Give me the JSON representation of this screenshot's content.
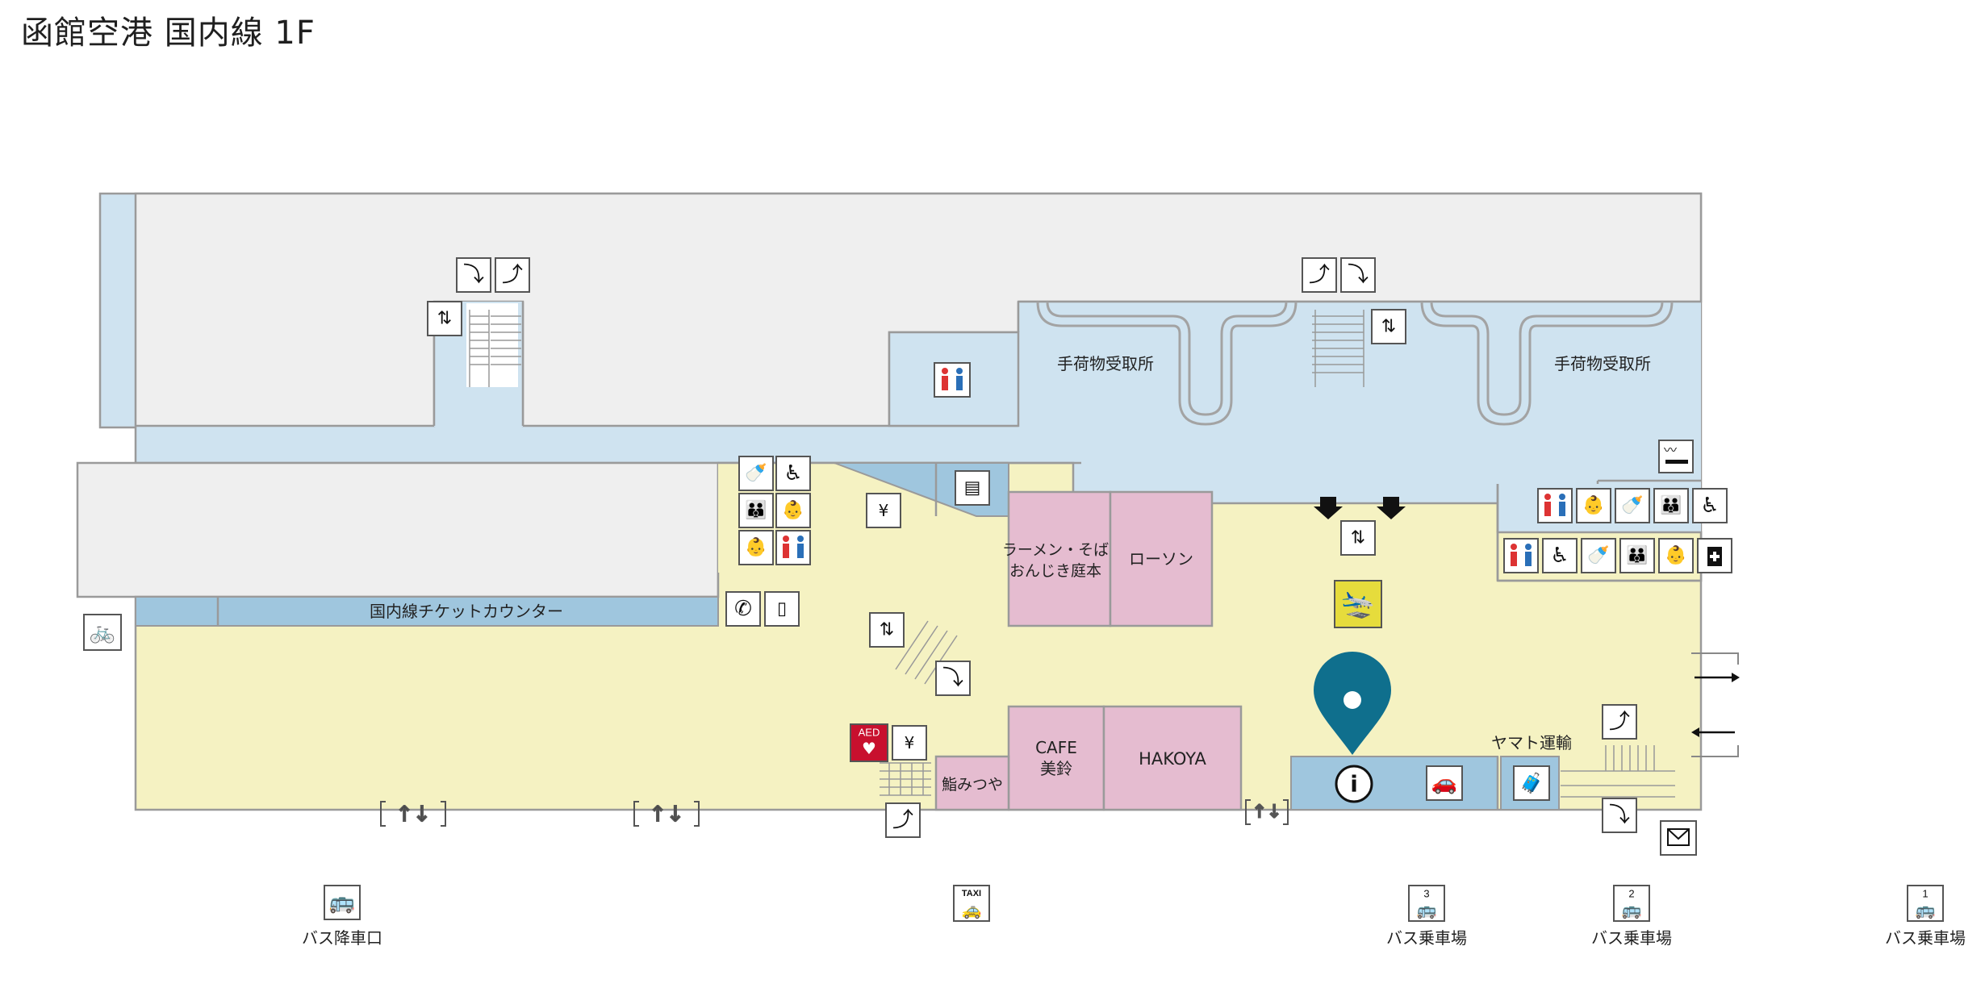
{
  "title": "函館空港 国内線 1F",
  "areas": {
    "baggage_claim_left": "手荷物受取所",
    "baggage_claim_right": "手荷物受取所",
    "ticket_counter": "国内線チケットカウンター",
    "ramen_line1": "ラーメン・そば",
    "ramen_line2": "おんじき庭本",
    "lawson": "ローソン",
    "cafe_line1": "CAFE",
    "cafe_line2": "美鈴",
    "hakoya": "HAKOYA",
    "sushi": "鮨みつや",
    "yamato": "ヤマト運輸",
    "aed": "AED"
  },
  "bus_stops": [
    {
      "label": "バス降車口",
      "number": ""
    },
    {
      "label": "バス乗車場",
      "number": "3"
    },
    {
      "label": "バス乗車場",
      "number": "2"
    },
    {
      "label": "バス乗車場",
      "number": "1"
    }
  ],
  "taxi": {
    "label": "TAXI"
  },
  "icons": {
    "escalator_down": "escalator-down-icon",
    "escalator_up": "escalator-up-icon",
    "elevator": "elevator-icon",
    "restroom": "restroom-icon",
    "wheelchair": "wheelchair-restroom-icon",
    "baby": "baby-changing-icon",
    "nursing": "nursing-room-icon",
    "atm": "atm-icon",
    "coin_locker": "coin-locker-icon",
    "phone": "telephone-icon",
    "mobile": "mobile-charger-icon",
    "info": "information-icon",
    "rental_car": "rental-car-icon",
    "baggage_storage": "baggage-storage-icon",
    "smoking": "smoking-area-icon",
    "arrivals": "arrivals-icon",
    "bicycle": "bicycle-parking-icon",
    "post": "mailbox-icon",
    "first_aid": "first-aid-icon",
    "location": "location-pin-icon",
    "exit": "exit-icon"
  },
  "colors": {
    "corridor": "#cfe3f0",
    "counter": "#9fc6de",
    "lobby": "#f5f2c2",
    "shop": "#e5bcd0",
    "restricted": "#efefef",
    "pin": "#0f6f8d",
    "arrivals_icon_bg": "#e6dc3c"
  }
}
